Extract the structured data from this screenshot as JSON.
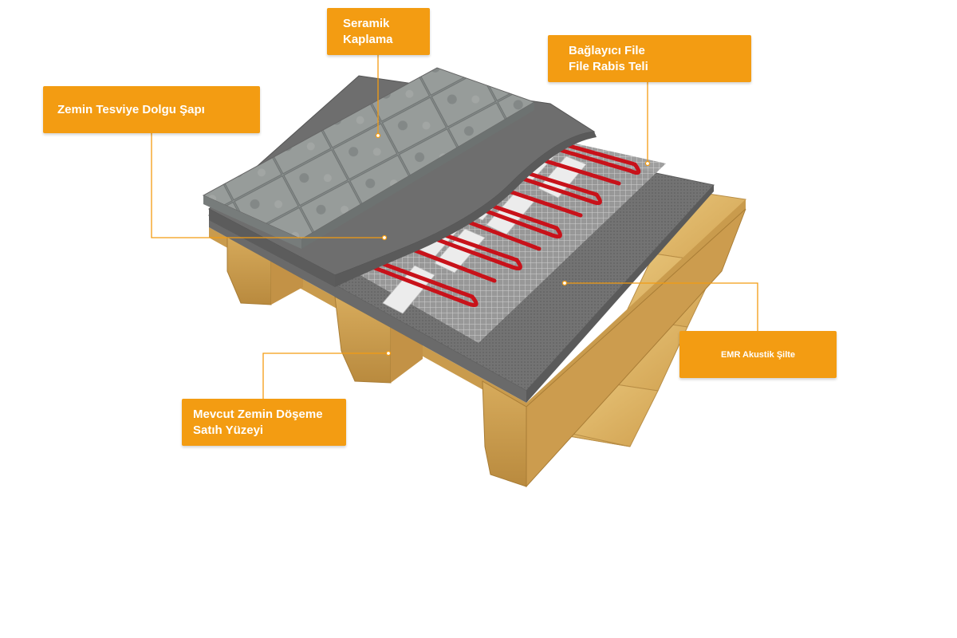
{
  "callouts": {
    "ceramic": {
      "lines": [
        "Seramik",
        "Kaplama"
      ]
    },
    "mesh": {
      "lines": [
        "Bağlayıcı File",
        "File Rabis Teli"
      ]
    },
    "screed": {
      "lines": [
        "Zemin Tesviye Dolgu Şapı"
      ]
    },
    "acoustic": {
      "lines": [
        "EMR Akustik Şilte"
      ]
    },
    "existing_floor": {
      "lines": [
        "Mevcut Zemin Döşeme",
        "Satıh Yüzeyi"
      ]
    }
  },
  "colors": {
    "callout_fill": "#f39c12",
    "callout_text": "#ffffff",
    "leader_line": "#f39c12",
    "tile": "#8c9190",
    "screed": "#6e6e6e",
    "heating_cable": "#c8121a",
    "tape": "#e8e8e8",
    "acoustic_mat": "#7a7a7a",
    "wood": "#d9b061"
  },
  "icons": [
    "underfloor-heating-layers-illustration"
  ]
}
